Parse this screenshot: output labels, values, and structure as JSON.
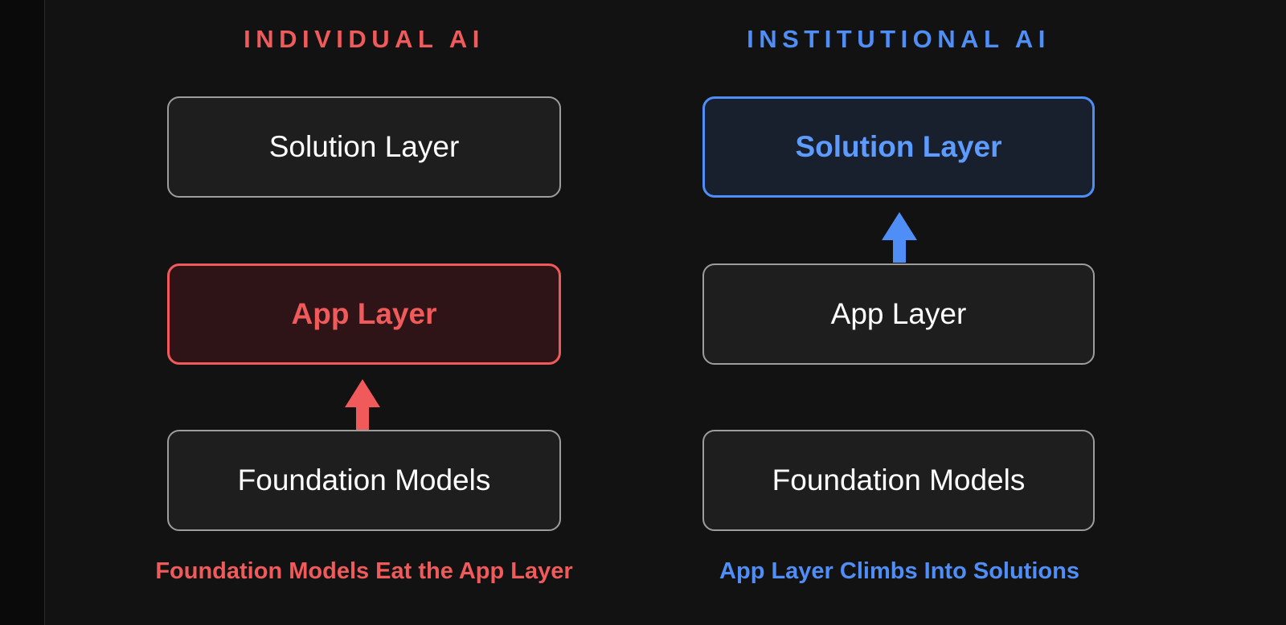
{
  "canvas": {
    "background": "#121212",
    "rail_background": "#0a0a0a",
    "divider_color": "#2a2a2a"
  },
  "accents": {
    "red": "#f05a5a",
    "blue": "#4f8ef7",
    "red_fill": "#2e1417",
    "blue_fill": "#18202e",
    "inactive_fill": "#1e1e1e",
    "inactive_border": "#9d9d9d",
    "text_white": "#ffffff"
  },
  "columns": {
    "left": {
      "heading": "INDIVIDUAL AI",
      "boxes": {
        "top": "Solution Layer",
        "middle": "App Layer",
        "bottom": "Foundation Models"
      },
      "highlighted_box": "App Layer",
      "arrow": {
        "name": "up-arrow-foundation-to-app",
        "color": "#f05a5a",
        "direction": "up",
        "from": "Foundation Models",
        "to": "App Layer"
      },
      "caption": "Foundation Models Eat the App Layer"
    },
    "right": {
      "heading": "INSTITUTIONAL AI",
      "boxes": {
        "top": "Solution Layer",
        "middle": "App Layer",
        "bottom": "Foundation Models"
      },
      "highlighted_box": "Solution Layer",
      "arrow": {
        "name": "up-arrow-app-to-solution",
        "color": "#4f8ef7",
        "direction": "up",
        "from": "App Layer",
        "to": "Solution Layer"
      },
      "caption": "App Layer Climbs Into Solutions"
    }
  }
}
